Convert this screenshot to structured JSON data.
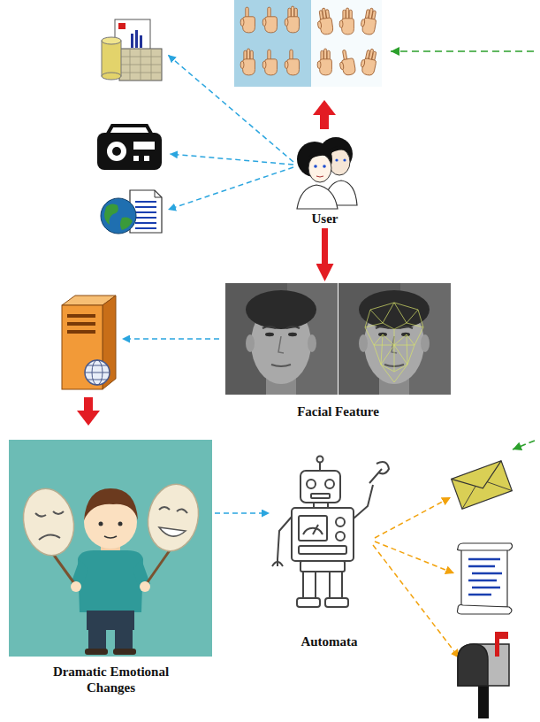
{
  "diagram": {
    "nodes": [
      {
        "text": [
          "User"
        ]
      },
      {
        "text": [
          "Facial Feature"
        ]
      },
      {
        "text": [
          "Dramatic Emotional Changes"
        ]
      },
      {
        "text": [
          "Automata"
        ]
      }
    ],
    "edges": [
      {
        "from": 0,
        "to": 1,
        "arrow": "to"
      },
      {
        "from": 2,
        "to": 3,
        "arrow": "to"
      }
    ]
  }
}
